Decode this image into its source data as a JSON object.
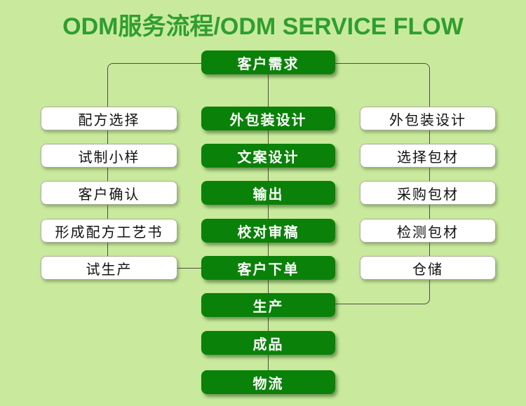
{
  "title": "ODM服务流程/ODM SERVICE FLOW",
  "flow": {
    "center": [
      "客户需求",
      "外包装设计",
      "文案设计",
      "输出",
      "校对审稿",
      "客户下单",
      "生产",
      "成品",
      "物流"
    ],
    "left": [
      "配方选择",
      "试制小样",
      "客户确认",
      "形成配方工艺书",
      "试生产"
    ],
    "right": [
      "外包装设计",
      "选择包材",
      "采购包材",
      "检测包材",
      "仓储"
    ]
  },
  "colors": {
    "background": "#c9ea9d",
    "node_fill": "#0a8108",
    "node_text": "#ffffff",
    "side_node_fill": "#ffffff",
    "side_node_text": "#111111",
    "side_node_border": "#acaca2",
    "title": "#2f9e2f",
    "connector": "#4d4d45"
  }
}
